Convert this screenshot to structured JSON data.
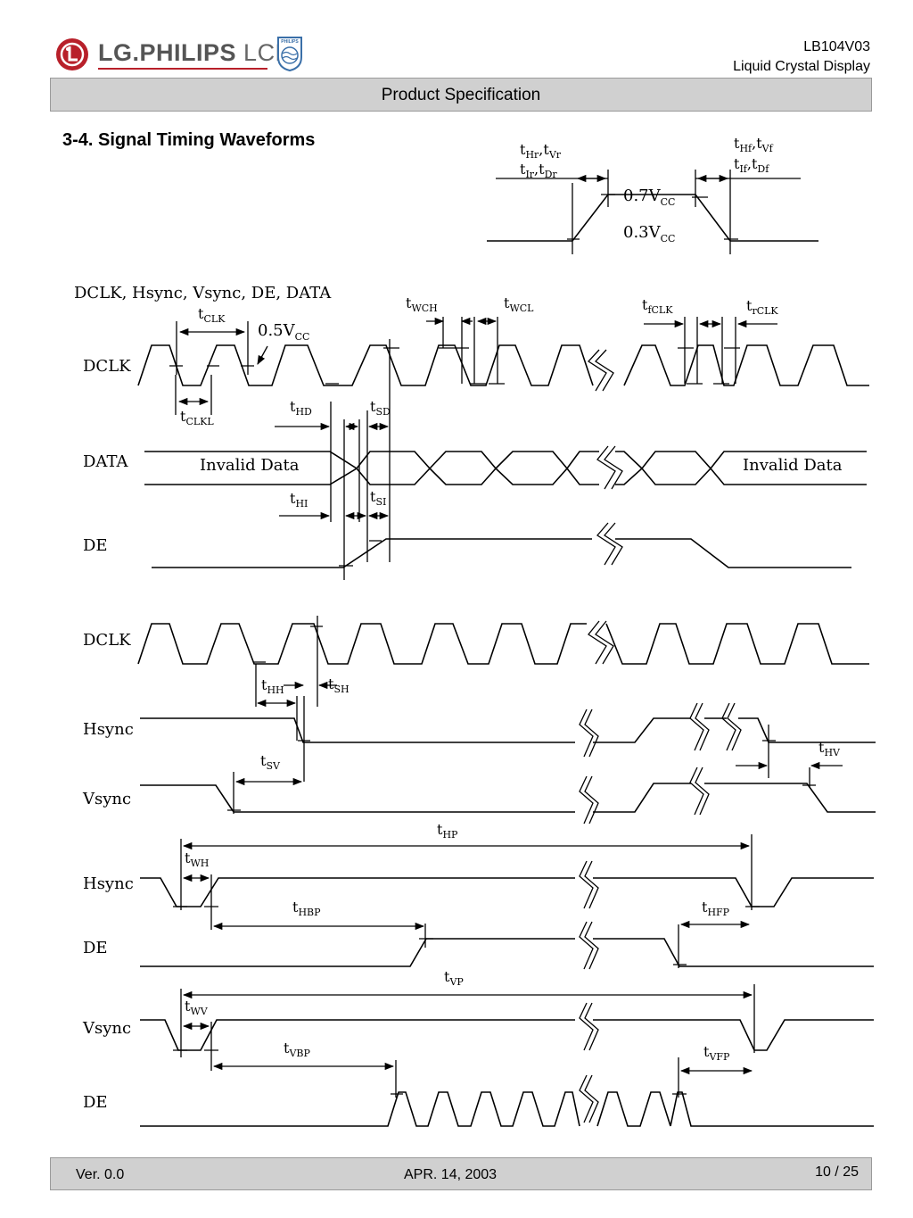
{
  "header": {
    "brand": "LG.PHILIPS",
    "brand_suffix": "LCD",
    "philips_badge": "PHILIPS",
    "model": "LB104V03",
    "product_type": "Liquid Crystal Display",
    "doc_title": "Product Specification"
  },
  "section_title": "3-4. Signal Timing Waveforms",
  "diagram": {
    "rise": {
      "t1": "t",
      "s1": "Hr",
      "t2": ",t",
      "s2": "Vr",
      "t3": "t",
      "s3": "Ir",
      "t4": ",t",
      "s4": "Dr"
    },
    "fall": {
      "t1": "t",
      "s1": "Hf",
      "t2": ",t",
      "s2": "Vf",
      "t3": "t",
      "s3": "If",
      "t4": ",t",
      "s4": "Df"
    },
    "v07": {
      "main": "0.7V",
      "sub": "CC"
    },
    "v03": {
      "main": "0.3V",
      "sub": "CC"
    },
    "v05": {
      "main": "0.5V",
      "sub": "CC"
    },
    "group_label": "DCLK, Hsync, Vsync, DE, DATA",
    "signals": {
      "dclk1": "DCLK",
      "data": "DATA",
      "de1": "DE",
      "dclk2": "DCLK",
      "hsync1": "Hsync",
      "vsync1": "Vsync",
      "hsync2": "Hsync",
      "de2": "DE",
      "vsync2": "Vsync",
      "de3": "DE"
    },
    "invalid_left": "Invalid  Data",
    "invalid_right": "Invalid  Data",
    "params": {
      "t": "t",
      "clk": "CLK",
      "wch": "WCH",
      "wcl": "WCL",
      "fclk": "fCLK",
      "rclk": "rCLK",
      "clkl": "CLKL",
      "hd": "HD",
      "sd": "SD",
      "hi": "HI",
      "si": "SI",
      "hh": "HH",
      "sh": "SH",
      "hv": "HV",
      "sv": "SV",
      "hp": "HP",
      "wh": "WH",
      "hbp": "HBP",
      "hfp": "HFP",
      "vp": "VP",
      "wv": "WV",
      "vbp": "VBP",
      "vfp": "VFP"
    }
  },
  "footer": {
    "version": "Ver. 0.0",
    "date": "APR. 14, 2003",
    "page": "10 / 25"
  },
  "colors": {
    "logo_red": "#b8202a",
    "bar_gray": "#d0d0d0"
  }
}
